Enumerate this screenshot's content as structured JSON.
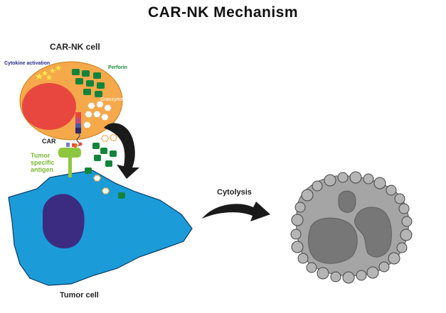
{
  "diagram": {
    "title": "CAR-NK  Mechanism",
    "labels": {
      "car_nk_cell": "CAR-NK cell",
      "cytokine_activation": "Cytokine activation",
      "perforin": "Perforin",
      "granzyme": "Granzyme",
      "car": "CAR",
      "tumor_specific_antigen": "Tumor specific antigen",
      "cytolysis": "Cytolysis",
      "tumor_cell": "Tumor cell"
    },
    "colors": {
      "nk_cell": "#f5a94a",
      "nk_nucleus": "#e8473f",
      "perforin": "#13843d",
      "granzyme": "#ffffff",
      "tumor_cell": "#1b9cd8",
      "tumor_nucleus": "#3b2c82",
      "antigen": "#8dc63f",
      "dead_cell": "#9e9e9e",
      "arrow": "#1a1a1a"
    }
  }
}
